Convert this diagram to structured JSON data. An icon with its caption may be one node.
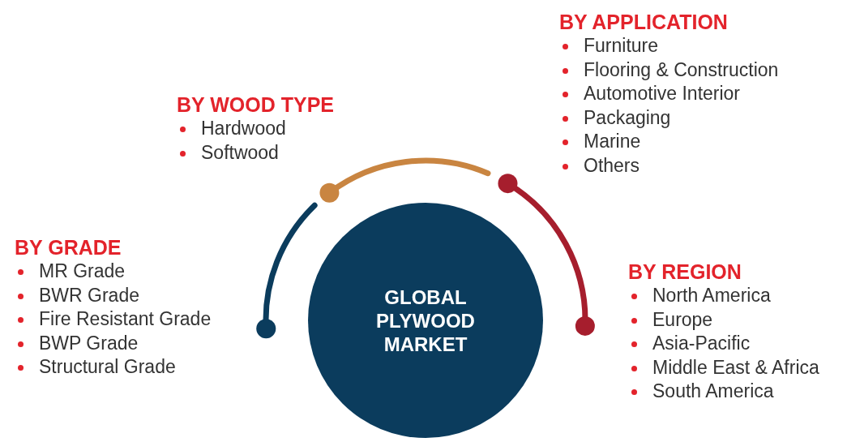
{
  "diagram": {
    "nodes": [
      {
        "text": [
          "GLOBAL PLYWOOD MARKET"
        ]
      },
      {
        "text": [
          "BY APPLICATION",
          "Furniture",
          "Flooring & Construction",
          "Automotive Interior",
          "Packaging",
          "Marine",
          "Others"
        ]
      },
      {
        "text": [
          "BY WOOD TYPE",
          "Hardwood",
          "Softwood"
        ]
      },
      {
        "text": [
          "BY GRADE",
          "MR Grade",
          "BWR Grade",
          "Fire Resistant Grade",
          "BWP Grade",
          "Structural Grade"
        ]
      },
      {
        "text": [
          "BY REGION",
          "North America",
          "Europe",
          "Asia-Pacific",
          "Middle East & Africa",
          "South America"
        ]
      }
    ]
  }
}
